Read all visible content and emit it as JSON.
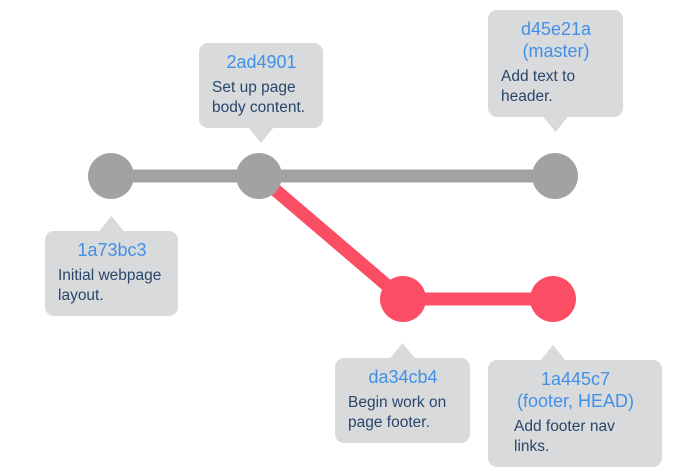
{
  "colors": {
    "page_background": "#ffffff",
    "master_branch": "#a2a2a2",
    "footer_branch": "#fb4d64",
    "callout_background": "#d9dadb",
    "commit_id_text": "#4190e8",
    "commit_message_text": "#29466b"
  },
  "commits": [
    {
      "id": "1a73bc3",
      "ref": "",
      "message": "Initial webpage layout."
    },
    {
      "id": "2ad4901",
      "ref": "",
      "message": "Set up page body content."
    },
    {
      "id": "d45e21a",
      "ref": "(master)",
      "message": "Add text to header."
    },
    {
      "id": "da34cb4",
      "ref": "",
      "message": "Begin work on page footer."
    },
    {
      "id": "1a445c7",
      "ref": "(footer, HEAD)",
      "message": "Add footer nav links."
    }
  ]
}
